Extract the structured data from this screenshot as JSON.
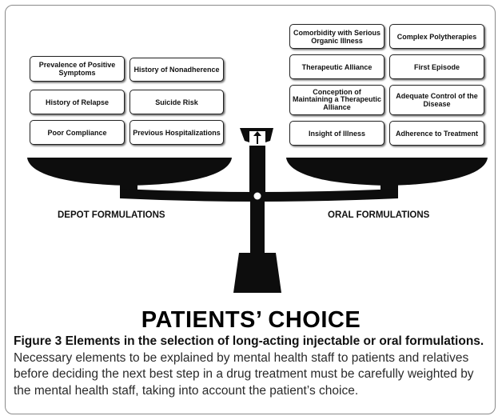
{
  "diagram": {
    "depot_factors": [
      "Prevalence of Positive Symptoms",
      "History of Nonadherence",
      "History of Relapse",
      "Suicide Risk",
      "Poor Compliance",
      "Previous Hospitalizations"
    ],
    "oral_factors": [
      "Comorbidity with Serious Organic Illness",
      "Complex Polytherapies",
      "Therapeutic Alliance",
      "First Episode",
      "Conception of Maintaining a Therapeutic Alliance",
      "Adequate Control of the Disease",
      "Insight of Illness",
      "Adherence to Treatment"
    ],
    "left_pan_label": "DEPOT FORMULATIONS",
    "right_pan_label": "ORAL FORMULATIONS",
    "bottom_label": "PATIENTS’ CHOICE"
  },
  "caption": {
    "title": "Figure 3 Elements in the selection of long-acting injectable or oral formulations.",
    "text": " Necessary elements to be explained by mental health staff to patients and relatives before deciding the next best step in a drug treatment must be carefully weighted by the mental health staff, taking into account the patient’s choice."
  },
  "colors": {
    "ink": "#0d0d0d",
    "border": "#8a8a8a"
  },
  "icons": [
    "balance-scale-icon",
    "up-arrow-icon"
  ]
}
